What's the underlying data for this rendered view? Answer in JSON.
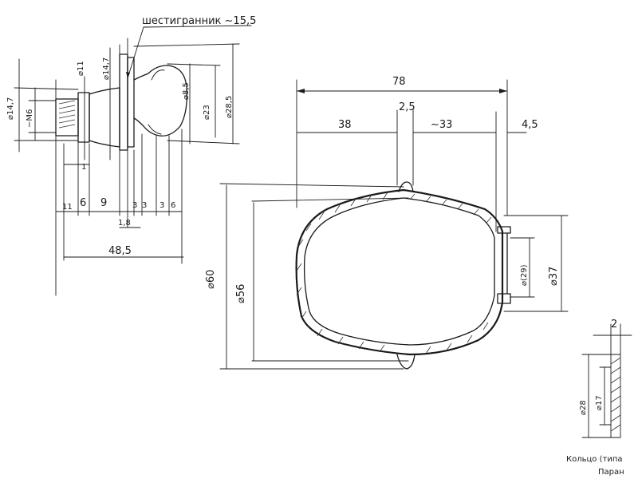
{
  "left_part": {
    "note": "шестигранник ∼15,5",
    "dia_14_7": "⌀14,7",
    "thread_m6": "∼M6",
    "dia_11": "⌀11",
    "dia_14_b": "⌀14,7",
    "dia_8_5": "⌀8,5",
    "dia_23": "⌀23",
    "dia_28_5": "⌀28,5",
    "dim_1": "1",
    "dim_11": "11",
    "dim_6a": "6",
    "dim_9": "9",
    "dim_3a": "3",
    "dim_3b": "3",
    "dim_3c": "3",
    "dim_6b": "6",
    "dim_1_8": "1,8",
    "dim_48_5": "48,5"
  },
  "right_part": {
    "dim_78": "78",
    "dim_38": "38",
    "dim_2_5": "2,5",
    "dim_33": "∼33",
    "dim_4_5": "4,5",
    "dia_60": "⌀60",
    "dia_56": "⌀56",
    "dia_29": "⌀(29)",
    "dia_37": "⌀37"
  },
  "ring": {
    "dim_2": "2",
    "dia_28": "⌀28",
    "dia_17": "⌀17",
    "caption_line1": "Кольцо (типа",
    "caption_line2": "Паран"
  }
}
